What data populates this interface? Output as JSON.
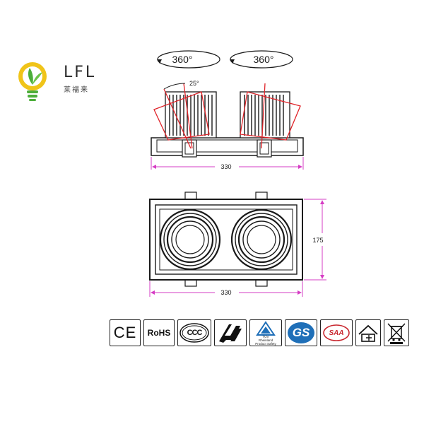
{
  "brand": {
    "name": "LFL",
    "name_cn": "莱福来"
  },
  "drawing": {
    "rotation_left": "360°",
    "rotation_right": "360°",
    "tilt_angle": "25°",
    "side_width_label": "330",
    "top_width_label": "330",
    "top_height_label": "175"
  },
  "certifications": {
    "ce": "CE",
    "rohs": "RoHS",
    "ccc": "CCC",
    "saa": "SAA",
    "gs": "GS",
    "tuv_line1": "TÜV",
    "tuv_line2": "Rheinland",
    "tuv_line3": "Product Safety"
  },
  "colors": {
    "dimension_line": "#d63cc4",
    "tilt_line": "#e0242a",
    "outline": "#1a1a1a",
    "logo_green": "#4cae3a",
    "logo_yellow": "#f0c419",
    "gs_blue": "#1f6fb8",
    "saa_red": "#c8262e"
  }
}
